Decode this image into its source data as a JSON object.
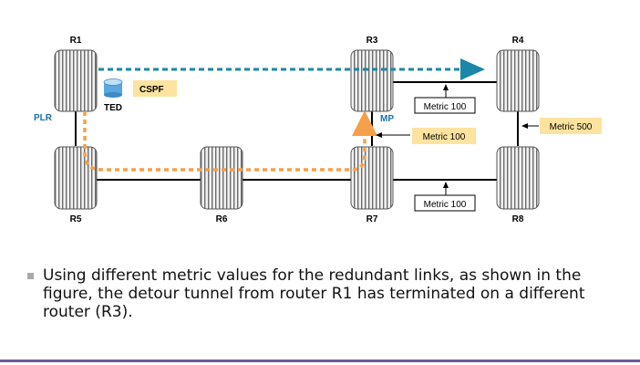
{
  "routers": {
    "r1": "R1",
    "r3": "R3",
    "r4": "R4",
    "r5": "R5",
    "r6": "R6",
    "r7": "R7",
    "r8": "R8"
  },
  "labels": {
    "plr": "PLR",
    "mp": "MP",
    "ted": "TED",
    "cspf": "CSPF",
    "metric_r3_r4": "Metric 100",
    "metric_r3_r7": "Metric 100",
    "metric_r4_r8": "Metric 500",
    "metric_r7_r8": "Metric 100"
  },
  "colors": {
    "tunnel_primary": "#1a87a8",
    "detour": "#f5a04a",
    "tag_fill": "#fde3a0",
    "mp_plr": "#1a6fa8",
    "rule": "#6a5a9e"
  },
  "bullet": {
    "text": "Using different metric values for the redundant links, as shown in the figure, the detour tunnel from router R1 has terminated on a different router (R3)."
  }
}
